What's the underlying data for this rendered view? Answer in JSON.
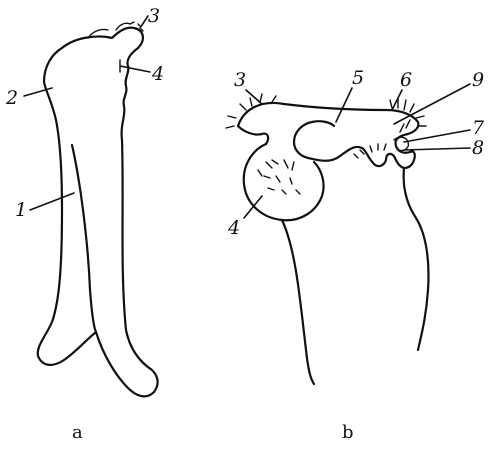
{
  "figure": {
    "panel_a": {
      "caption": "a",
      "labels": [
        {
          "id": "1",
          "text": "1"
        },
        {
          "id": "2",
          "text": "2"
        },
        {
          "id": "3",
          "text": "3"
        },
        {
          "id": "4",
          "text": "4"
        }
      ]
    },
    "panel_b": {
      "caption": "b",
      "labels": [
        {
          "id": "3",
          "text": "3"
        },
        {
          "id": "4",
          "text": "4"
        },
        {
          "id": "5",
          "text": "5"
        },
        {
          "id": "6",
          "text": "6"
        },
        {
          "id": "7",
          "text": "7"
        },
        {
          "id": "8",
          "text": "8"
        },
        {
          "id": "9",
          "text": "9"
        }
      ]
    }
  }
}
